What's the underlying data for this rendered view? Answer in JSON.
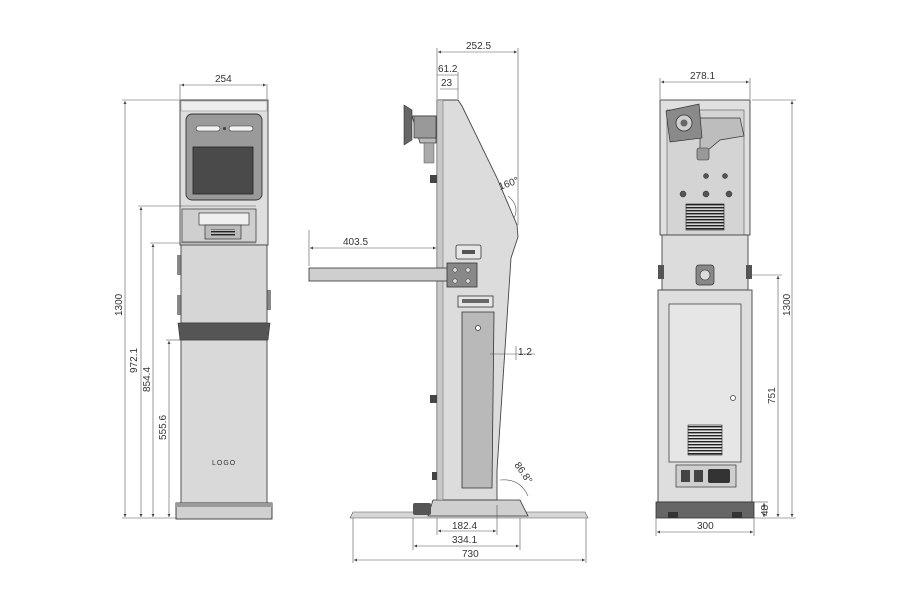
{
  "front_view": {
    "logo_text": "LOGO",
    "width": "254",
    "height_total": "1300",
    "height_a": "972.1",
    "height_b": "854.4",
    "height_c": "555.6"
  },
  "side_view": {
    "depth_top": "252.5",
    "dim_61": "61.2",
    "dim_23": "23",
    "angle_top": "160°",
    "arm_length": "403.5",
    "thickness": "1.2",
    "angle_base": "86.8°",
    "base_182": "182.4",
    "base_334": "334.1",
    "base_730": "730"
  },
  "rear_view": {
    "width_top": "278.1",
    "height_total": "1300",
    "height_751": "751",
    "base_width": "300",
    "base_height": "48"
  },
  "colors": {
    "body": "#dedede",
    "panel": "#c9c9c9",
    "dark": "#555555",
    "line": "#555555"
  }
}
